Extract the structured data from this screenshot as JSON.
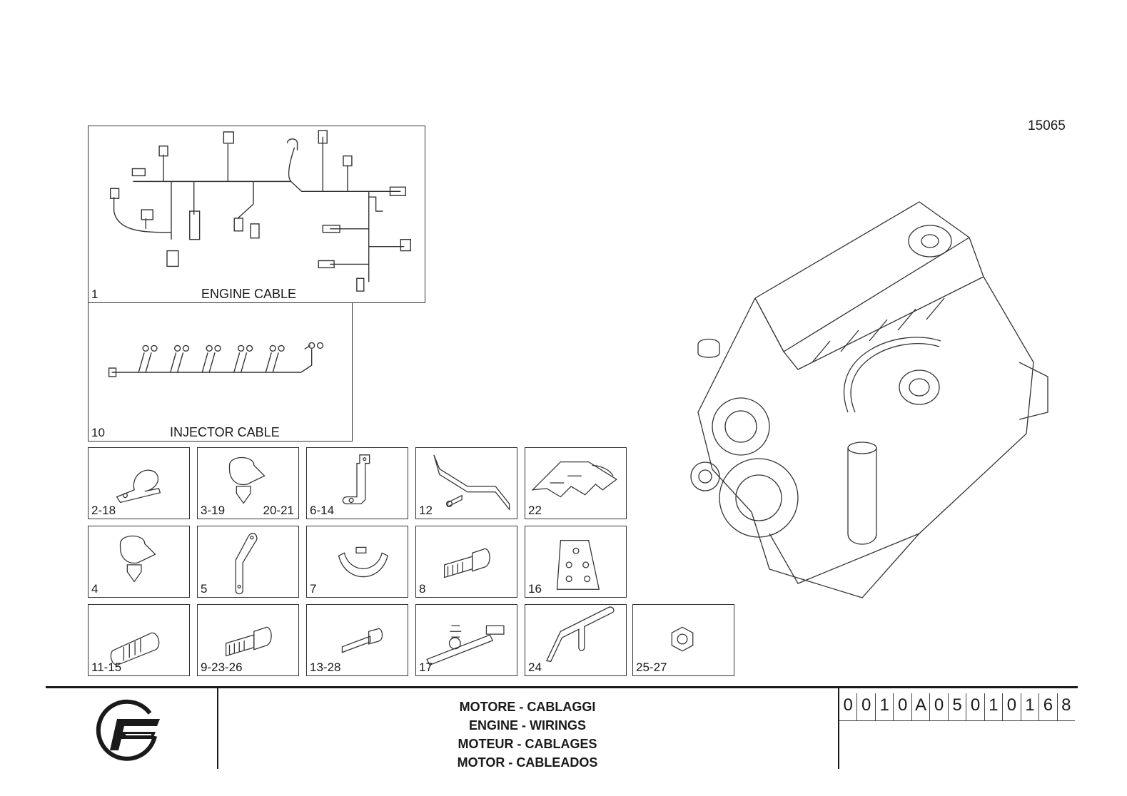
{
  "sheet_number": "15065",
  "panels": {
    "engine_cable": {
      "ref": "1",
      "title": "ENGINE CABLE"
    },
    "injector_cable": {
      "ref": "10",
      "title": "INJECTOR CABLE"
    }
  },
  "parts": [
    {
      "ref": "2-18",
      "ref2": "",
      "icon": "p-clamp"
    },
    {
      "ref": "3-19",
      "ref2": "20-21",
      "icon": "clip-clamp"
    },
    {
      "ref": "6-14",
      "ref2": "",
      "icon": "l-bracket"
    },
    {
      "ref": "12",
      "ref2": "",
      "icon": "z-bracket"
    },
    {
      "ref": "22",
      "ref2": "",
      "icon": "cable-holder"
    },
    {
      "ref": "4",
      "ref2": "",
      "icon": "clip-clamp"
    },
    {
      "ref": "5",
      "ref2": "",
      "icon": "offset-bracket"
    },
    {
      "ref": "7",
      "ref2": "",
      "icon": "cable-tie"
    },
    {
      "ref": "8",
      "ref2": "",
      "icon": "bolt"
    },
    {
      "ref": "16",
      "ref2": "",
      "icon": "plate"
    },
    {
      "ref": "11-15",
      "ref2": "",
      "icon": "stud"
    },
    {
      "ref": "9-23-26",
      "ref2": "",
      "icon": "bolt"
    },
    {
      "ref": "13-28",
      "ref2": "",
      "icon": "long-bolt"
    },
    {
      "ref": "17",
      "ref2": "",
      "icon": "strap-clip"
    },
    {
      "ref": "24",
      "ref2": "",
      "icon": "curved-bracket"
    },
    {
      "ref": "25-27",
      "ref2": "",
      "icon": "nut"
    }
  ],
  "footer": {
    "titles": [
      "MOTORE - CABLAGGI",
      "ENGINE - WIRINGS",
      "MOTEUR - CABLAGES",
      "MOTOR - CABLEADOS"
    ],
    "code": [
      "0",
      "0",
      "1",
      "0",
      "A",
      "0",
      "5",
      "0",
      "1",
      "0",
      "1",
      "6",
      "8"
    ]
  }
}
